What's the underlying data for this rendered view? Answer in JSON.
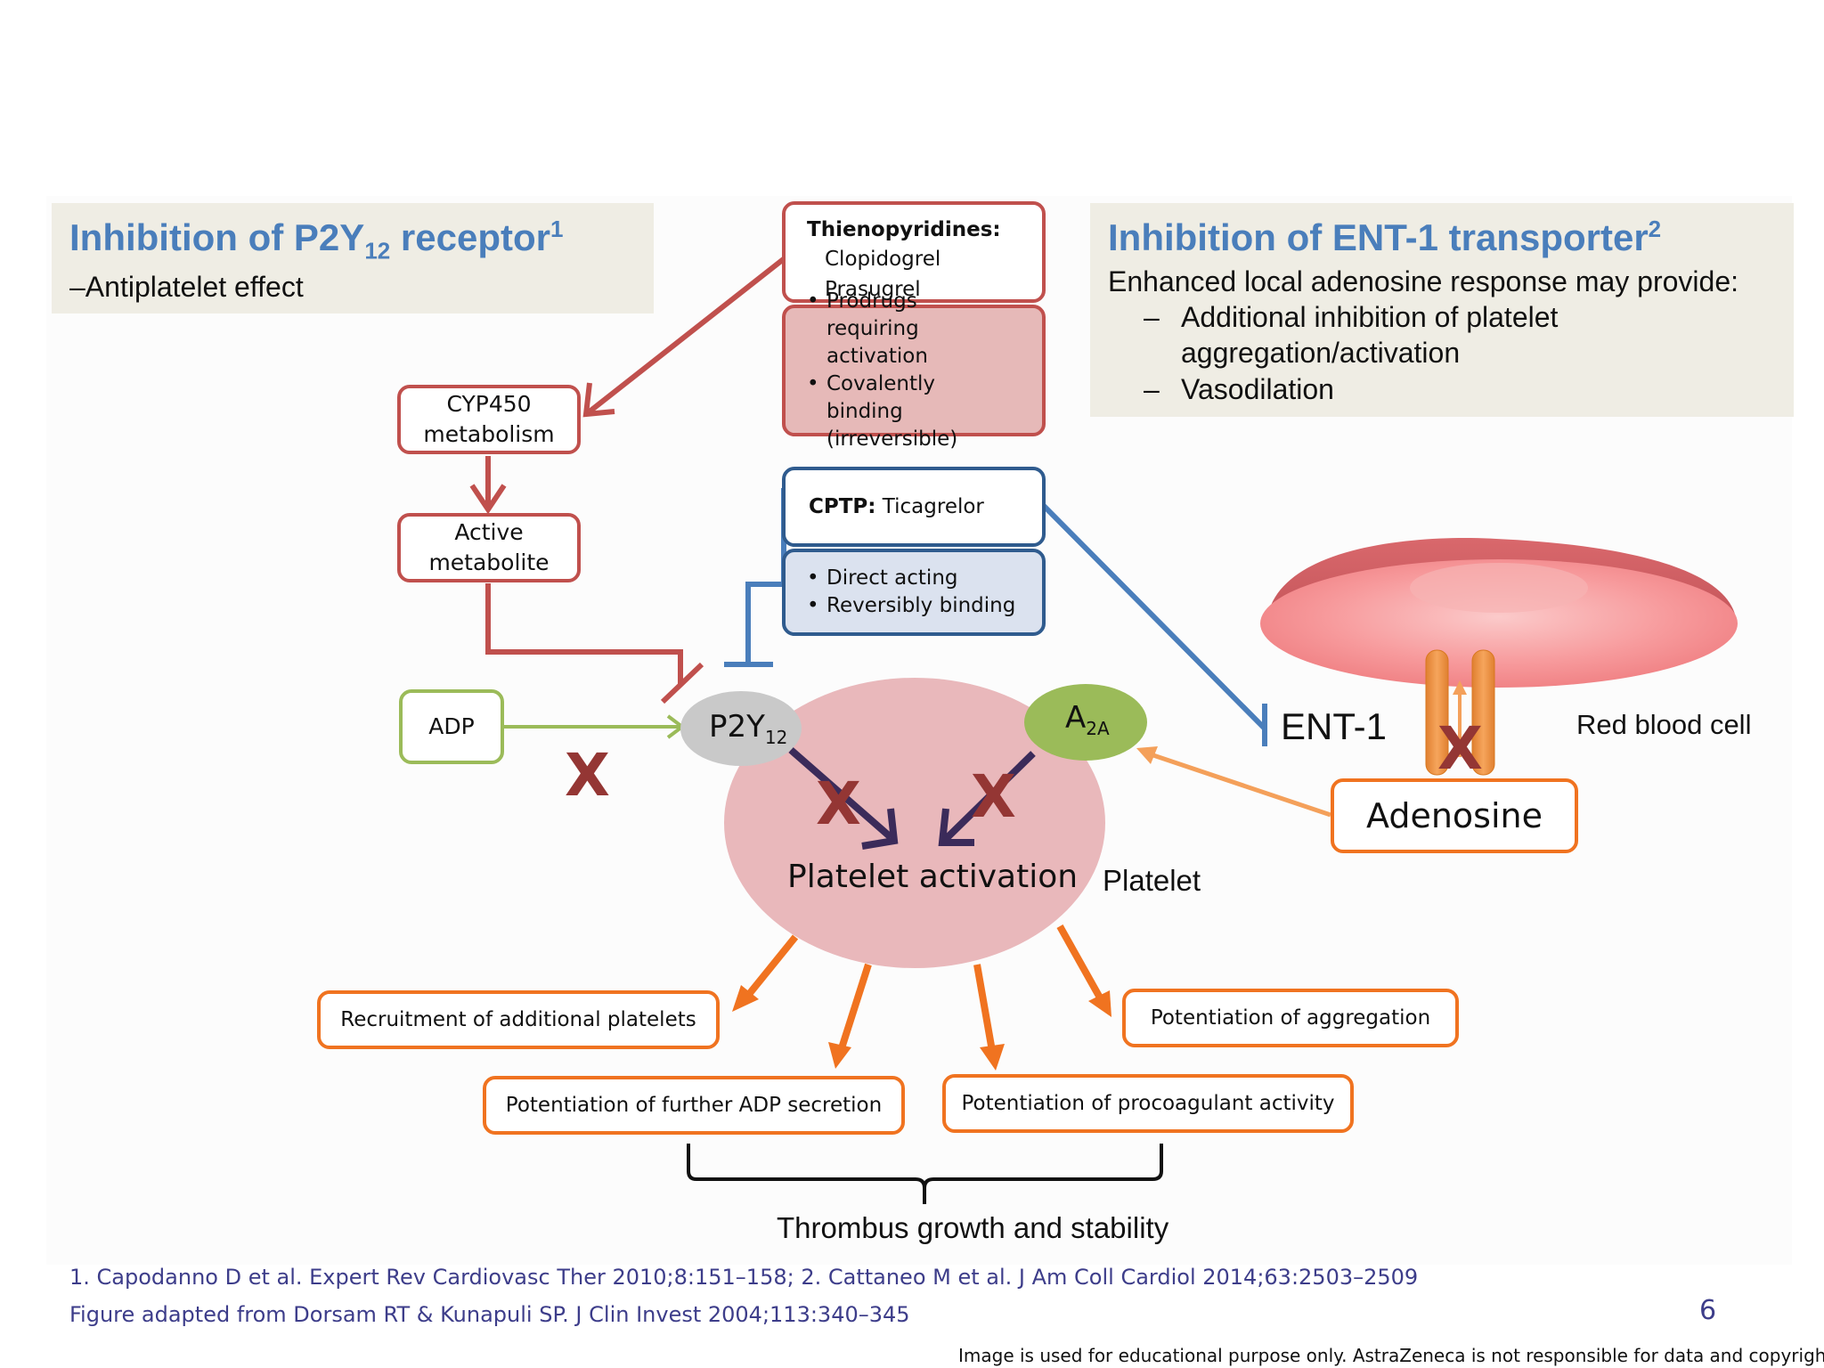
{
  "left_panel": {
    "title_main": "Inhibition of P2Y",
    "title_sub": "12",
    "title_rest": " receptor",
    "title_sup": "1",
    "subtitle": "–Antiplatelet effect"
  },
  "right_panel": {
    "title": "Inhibition of ENT-1 transporter",
    "title_sup": "2",
    "line1": "Enhanced local adenosine response may provide:",
    "bullet1a": "Additional inhibition of platelet",
    "bullet1b": "aggregation/activation",
    "bullet2": "Vasodilation",
    "dash": "–"
  },
  "thienopyridines": {
    "heading": "Thienopyridines:",
    "drug1": "Clopidogrel",
    "drug2": "Prasugrel",
    "points": [
      "Prodrugs requiring activation",
      "Covalently binding (irreversible)"
    ]
  },
  "cptp": {
    "heading": "CPTP:",
    "drug": " Ticagrelor",
    "points": [
      "Direct acting",
      "Reversibly binding"
    ]
  },
  "cyp450": "CYP450 metabolism",
  "active_metabolite": "Active metabolite",
  "adp": "ADP",
  "p2y12": {
    "main": "P2Y",
    "sub": "12"
  },
  "a2a": {
    "main": "A",
    "sub": "2A"
  },
  "ent1": "ENT-1",
  "red_blood_cell": "Red blood cell",
  "adenosine": "Adenosine",
  "platelet_activation": "Platelet activation",
  "platelet": "Platelet",
  "x_mark": "X",
  "outcomes": {
    "recruitment": "Recruitment of additional platelets",
    "aggregation": "Potentiation of aggregation",
    "adp_secretion": "Potentiation of further ADP secretion",
    "procoagulant": "Potentiation of procoagulant activity"
  },
  "thrombus": "Thrombus growth and stability",
  "references": {
    "line1": "1. Capodanno D et al. Expert Rev Cardiovasc Ther 2010;8:151–158; 2. Cattaneo M et al. J Am Coll Cardiol 2014;63:2503–2509",
    "line2": "Figure adapted from Dorsam RT & Kunapuli SP. J Clin Invest 2004;113:340–345"
  },
  "page_number": "6",
  "disclaimer": "Image is used for educational purpose only. AstraZeneca is not responsible for data and copyrights.",
  "colors": {
    "title_blue": "#4a7ebb",
    "red_outline": "#c0504d",
    "blue_outline": "#2f5b8e",
    "green_outline": "#9bbb59",
    "orange": "#f07320",
    "x_mark": "#943634"
  }
}
